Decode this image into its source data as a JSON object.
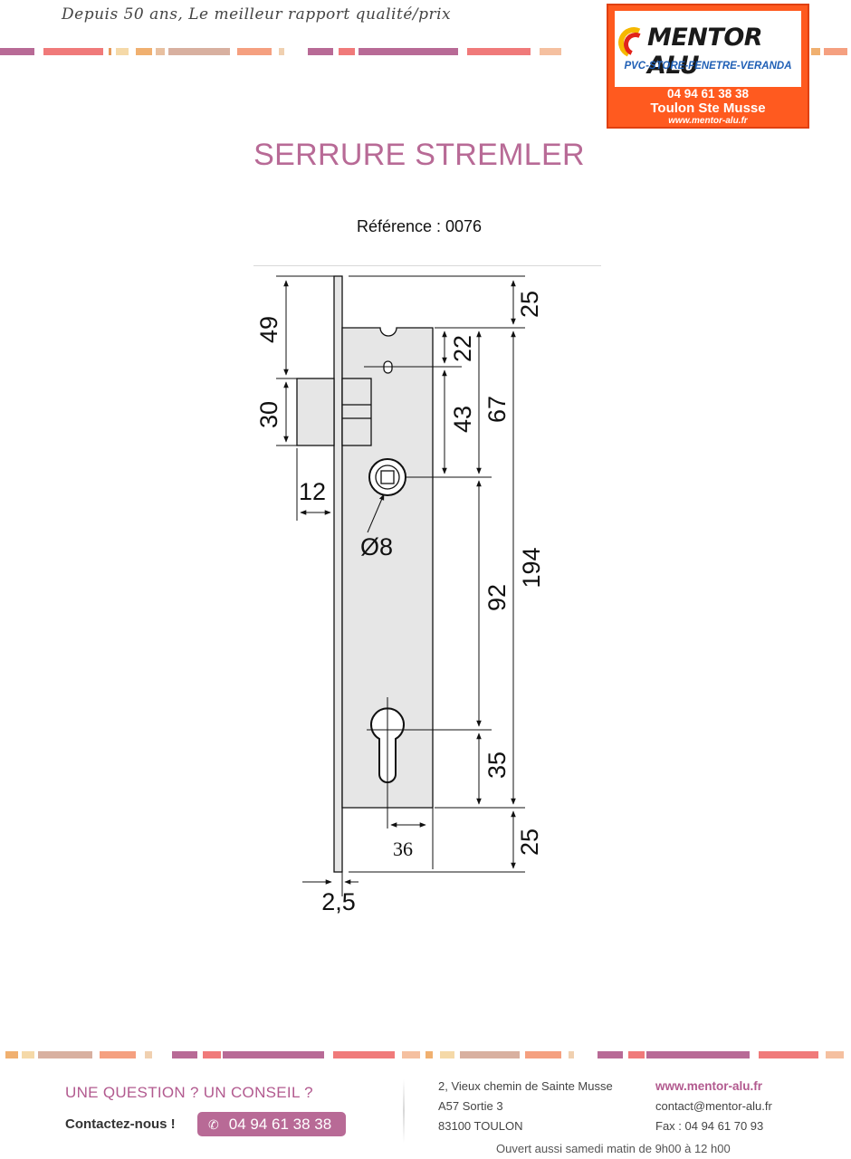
{
  "header": {
    "tagline": "Depuis 50 ans, Le meilleur rapport qualité/prix",
    "logo": {
      "name": "MENTOR ALU",
      "subtitle": "PVC-STORE-FENETRE-VERANDA",
      "phone": "04 94 61 38 38",
      "location": "Toulon  Ste Musse",
      "website": "www.mentor-alu.fr"
    }
  },
  "product": {
    "title": "SERRURE STREMLER",
    "reference": "Référence : 0076"
  },
  "drawing": {
    "dimensions": {
      "top_offset": "25",
      "bolt_top": "49",
      "bolt_height": "30",
      "bolt_projection": "12",
      "spindle_from_top": "22",
      "latch_to_spindle": "43",
      "case_to_spindle": "67",
      "total_height": "194",
      "spindle_to_cylinder": "92",
      "cylinder_to_bottom": "35",
      "bottom_offset": "25",
      "backset": "36",
      "plate_thickness": "2,5",
      "spindle_diameter": "Ø8"
    }
  },
  "footer": {
    "question": "UNE QUESTION ? UN CONSEIL ?",
    "contact_label": "Contactez-nous !",
    "phone": "04 94 61 38 38",
    "address_line1": "2, Vieux chemin de Sainte Musse",
    "address_line2": "A57 Sortie 3",
    "address_line3": "83100 TOULON",
    "website": "www.mentor-alu.fr",
    "email": "contact@mentor-alu.fr",
    "fax": "Fax : 04 94 61 70 93",
    "hours": "Ouvert aussi samedi matin de 9h00 à 12 h00"
  },
  "colors": {
    "accent": "#b86a96",
    "logo_orange": "#ff5a1f",
    "logo_blue": "#1f5fb5"
  }
}
